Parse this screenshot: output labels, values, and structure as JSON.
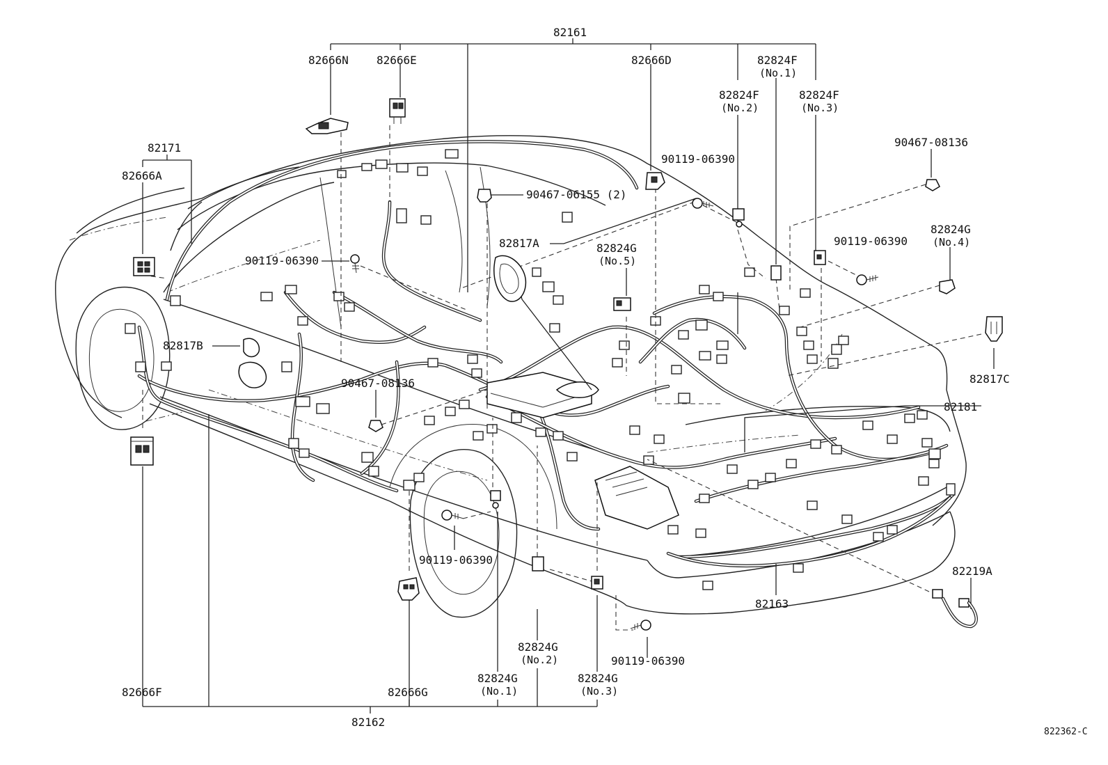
{
  "diagram": {
    "labels": {
      "p82161": "82161",
      "p82666N": "82666N",
      "p82666E": "82666E",
      "p82666D": "82666D",
      "p82824F_1": "82824F",
      "p82824F_1_no": "(No.1)",
      "p82824F_2": "82824F",
      "p82824F_2_no": "(No.2)",
      "p82824F_3": "82824F",
      "p82824F_3_no": "(No.3)",
      "p90467_08136_top": "90467-08136",
      "p82171": "82171",
      "p82666A": "82666A",
      "p90119_06390_top": "90119-06390",
      "p90467_06155": "90467-06155 (2)",
      "p82817A": "82817A",
      "p82824G_5": "82824G",
      "p82824G_5_no": "(No.5)",
      "p90119_06390_right": "90119-06390",
      "p82824G_4": "82824G",
      "p82824G_4_no": "(No.4)",
      "p90119_06390_left": "90119-06390",
      "p82817B": "82817B",
      "p90467_08136_mid": "90467-08136",
      "p82817C": "82817C",
      "p82181": "82181",
      "p90119_06390_wheel": "90119-06390",
      "p82219A": "82219A",
      "p82163": "82163",
      "p82824G_2": "82824G",
      "p82824G_2_no": "(No.2)",
      "p90119_06390_bottom": "90119-06390",
      "p82666F": "82666F",
      "p82666G": "82666G",
      "p82824G_1": "82824G",
      "p82824G_1_no": "(No.1)",
      "p82824G_3": "82824G",
      "p82824G_3_no": "(No.3)",
      "p82162": "82162",
      "figure_code": "822362-C"
    }
  }
}
